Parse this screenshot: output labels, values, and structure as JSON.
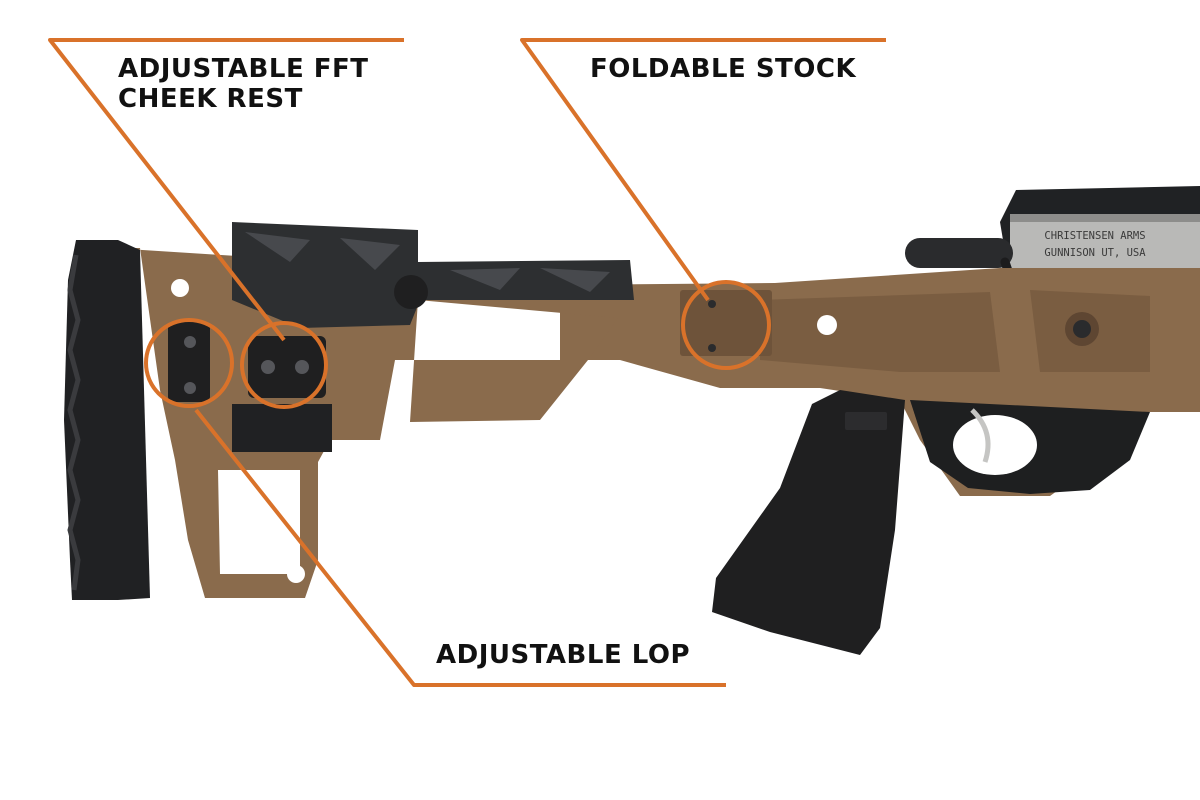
{
  "colors": {
    "accent": "#d9722a",
    "bronze": "#8a6b4c",
    "bronze_dark": "#5e4632",
    "carbon": "#2d2f31",
    "polymer": "#1f1f20",
    "label_text": "#111111"
  },
  "annotations": {
    "cheek_rest": {
      "lines": [
        "ADJUSTABLE FFT",
        "CHEEK REST"
      ]
    },
    "foldable_stock": {
      "lines": [
        "FOLDABLE STOCK"
      ]
    },
    "lop": {
      "lines": [
        "ADJUSTABLE LOP"
      ]
    }
  },
  "receiver_engraving": {
    "lines": [
      "CHRISTENSEN ARMS",
      "GUNNISON UT, USA"
    ]
  }
}
